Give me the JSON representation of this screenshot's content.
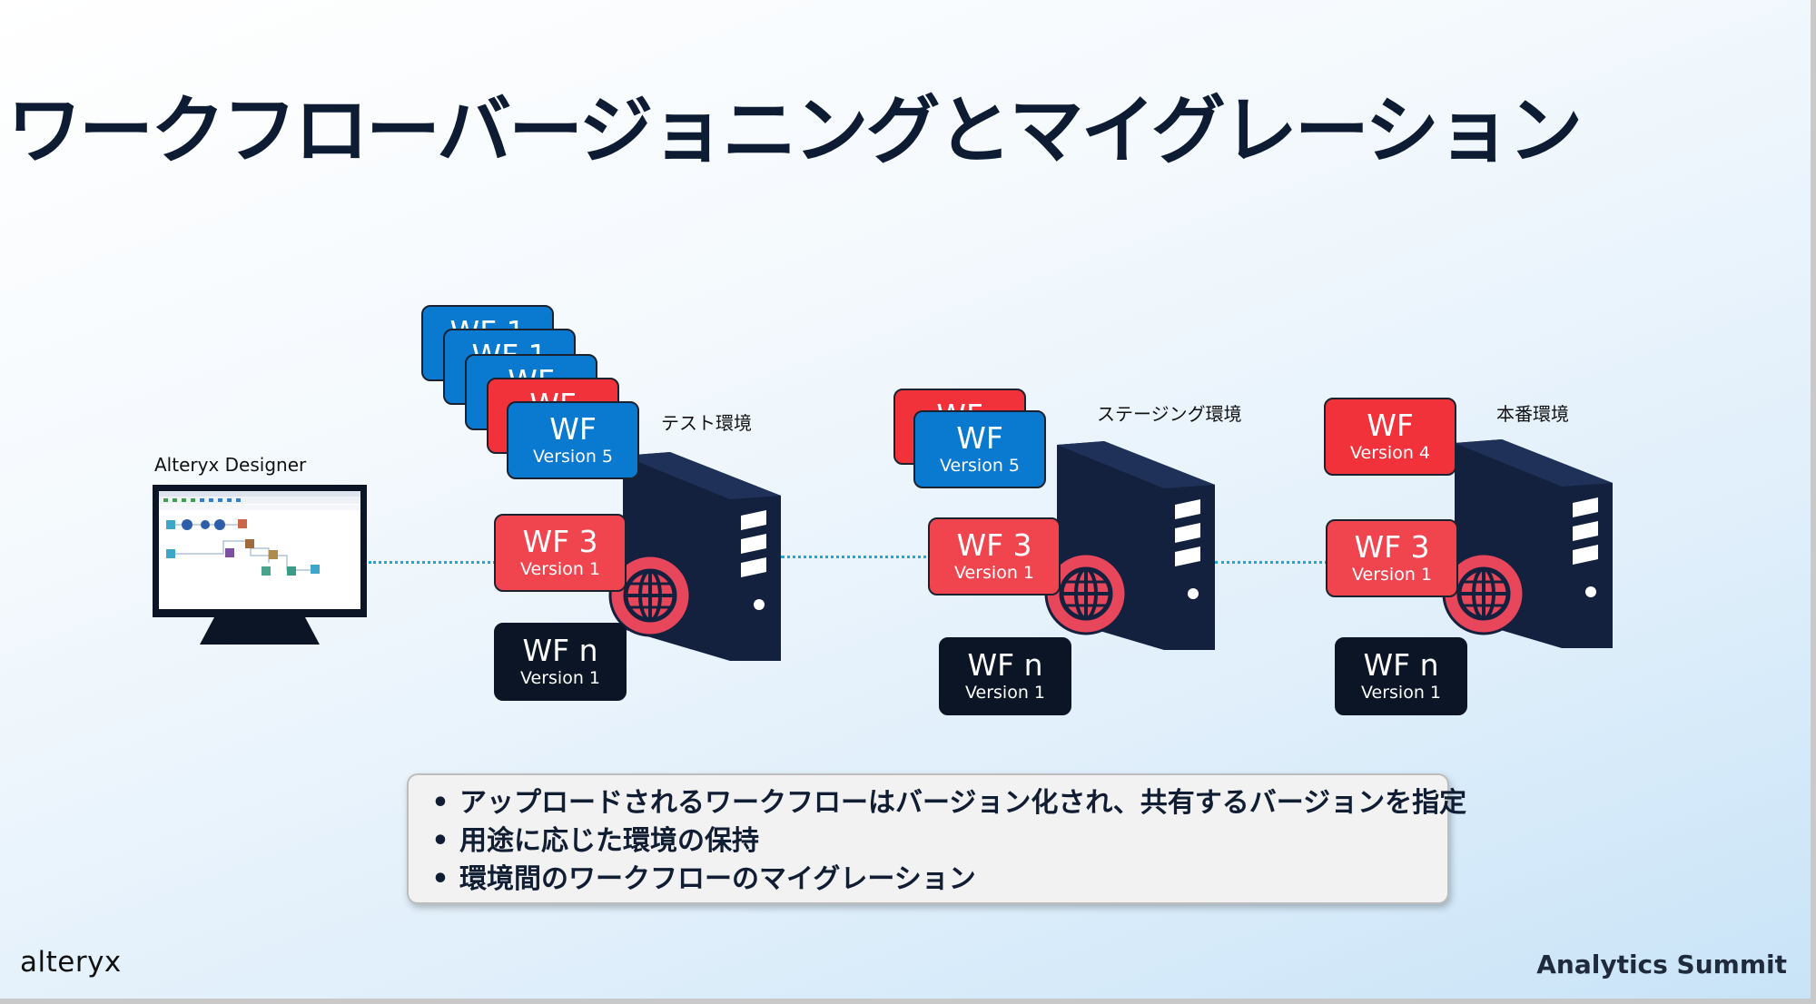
{
  "title": "ワークフローバージョニングとマイグレーション",
  "designer_label": "Alteryx Designer",
  "environments": [
    {
      "label": "テスト環境",
      "stacked_cards": [
        {
          "title": "WF 1",
          "color": "#0a7ad0"
        },
        {
          "title": "WF 1",
          "color": "#0a7ad0"
        },
        {
          "title": "WF",
          "color": "#0a7ad0"
        },
        {
          "title": "WF",
          "color": "#f2323b"
        }
      ],
      "front_card": {
        "title": "WF",
        "version": "Version 5",
        "color": "#0a7ad0"
      },
      "wf3": {
        "title": "WF 3",
        "version": "Version 1"
      },
      "wfn": {
        "title": "WF n",
        "version": "Version 1"
      }
    },
    {
      "label": "ステージング環境",
      "stacked_cards": [
        {
          "title": "WF",
          "color": "#f2323b"
        }
      ],
      "front_card": {
        "title": "WF",
        "version": "Version 5",
        "color": "#0a7ad0"
      },
      "wf3": {
        "title": "WF 3",
        "version": "Version 1"
      },
      "wfn": {
        "title": "WF n",
        "version": "Version 1"
      }
    },
    {
      "label": "本番環境",
      "front_card": {
        "title": "WF",
        "version": "Version 4",
        "color": "#f2323b"
      },
      "wf3": {
        "title": "WF 3",
        "version": "Version 1"
      },
      "wfn": {
        "title": "WF n",
        "version": "Version 1"
      }
    }
  ],
  "bullets": [
    "アップロードされるワークフローはバージョン化され、共有するバージョンを指定",
    "用途に応じた環境の保持",
    "環境間のワークフローのマイグレーション"
  ],
  "bullet_marker": "•",
  "footer": {
    "logo": "alteryx",
    "event": "Analytics Summit"
  },
  "colors": {
    "blue": "#0a7ad0",
    "red": "#f2323b",
    "dark": "#0c1526",
    "server": "#13213f",
    "connector": "#20a6d9"
  },
  "icons": [
    "monitor-icon",
    "server-tower-icon",
    "globe-icon"
  ]
}
